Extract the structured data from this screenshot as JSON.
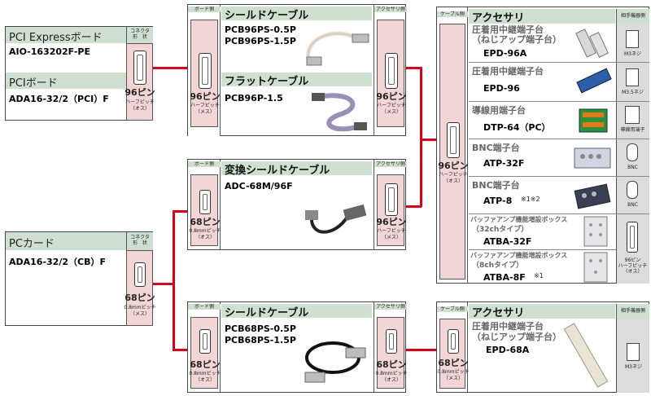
{
  "left": {
    "pcie": {
      "title": "PCI Expressボード",
      "connector_header": [
        "コネクタ",
        "形　状"
      ],
      "model": "AIO-163202F-PE"
    },
    "pci": {
      "title": "PCIボード",
      "model": "ADA16-32/2（PCI）F",
      "pins": "96ピン",
      "pitch": "ハーフピッチ",
      "gender": "（オス）"
    },
    "pccard": {
      "title": "PCカード",
      "connector_header": [
        "コネクタ",
        "形　状"
      ],
      "model": "ADA16-32/2（CB）F",
      "pins": "68ピン",
      "pitch": "0.8mmピッチ",
      "gender": "（メス）"
    }
  },
  "cables": {
    "board_side": "ボード側",
    "acc_side": "アクセサリ側",
    "c1": {
      "title1": "シールドケーブル",
      "codes1": [
        "PCB96PS-0.5P",
        "PCB96PS-1.5P"
      ],
      "title2": "フラットケーブル",
      "codes2": [
        "PCB96P-1.5"
      ],
      "left_pins": "96ピン",
      "left_pitch": "ハーフピッチ",
      "left_gender": "（メス）",
      "right_pins": "96ピン",
      "right_pitch": "ハーフピッチ",
      "right_gender": "（メス）"
    },
    "c2": {
      "title": "変換シールドケーブル",
      "code": "ADC-68M/96F",
      "left_pins": "68ピン",
      "left_pitch": "0.8mmピッチ",
      "left_gender": "（オス）",
      "right_pins": "96ピン",
      "right_pitch": "ハーフピッチ",
      "right_gender": "（メス）"
    },
    "c3": {
      "title": "シールドケーブル",
      "codes": [
        "PCB68PS-0.5P",
        "PCB68PS-1.5P"
      ],
      "left_pins": "68ピン",
      "left_pitch": "0.8mmピッチ",
      "left_gender": "（オス）",
      "right_pins": "68ピン",
      "right_pitch": "0.8mmピッチ",
      "right_gender": "（オス）"
    }
  },
  "acc1": {
    "cable_side": "ケーブル側",
    "title": "アクセサリ",
    "partner": "相手機器側",
    "pins": "96ピン",
    "pitch": "ハーフピッチ",
    "gender": "（オス）",
    "items": [
      {
        "name1": "圧着用中継端子台",
        "name2": "（ねじアップ端子台）",
        "code": "EPD-96A",
        "note": "",
        "partner": "M3ネジ"
      },
      {
        "name1": "圧着用中継端子台",
        "name2": "",
        "code": "EPD-96",
        "note": "",
        "partner": "M3.5ネジ"
      },
      {
        "name1": "導線用端子台",
        "name2": "",
        "code": "DTP-64（PC）",
        "note": "",
        "partner": "導線用端子"
      },
      {
        "name1": "BNC端子台",
        "name2": "",
        "code": "ATP-32F",
        "note": "",
        "partner": "BNC"
      },
      {
        "name1": "BNC端子台",
        "name2": "",
        "code": "ATP-8",
        "note": "※1※2",
        "partner": "BNC"
      },
      {
        "name1": "バッファアンプ機能増設ボックス",
        "name2": "（32chタイプ）",
        "code": "ATBA-32F",
        "note": "",
        "partner": ""
      },
      {
        "name1": "バッファアンプ機能増設ボックス",
        "name2": "（8chタイプ）",
        "code": "ATBA-8F",
        "note": "※1",
        "partner": ""
      }
    ],
    "shared_partner": {
      "pins": "96ピン",
      "pitch": "ハーフピッチ",
      "gender": "（オス）"
    }
  },
  "acc2": {
    "cable_side": "ケーブル側",
    "title": "アクセサリ",
    "partner": "相手機器側",
    "pins": "68ピン",
    "pitch": "0.8mmピッチ",
    "gender": "（メス）",
    "item": {
      "name1": "圧着用中継端子台",
      "name2": "（ねじアップ端子台）",
      "code": "EPD-68A",
      "partner": "M3ネジ"
    }
  },
  "colors": {
    "wire": "#d9001c",
    "header": "#cfe0d0",
    "connector_cell": "#f2d6d6",
    "gray": "#dcdcdc"
  }
}
